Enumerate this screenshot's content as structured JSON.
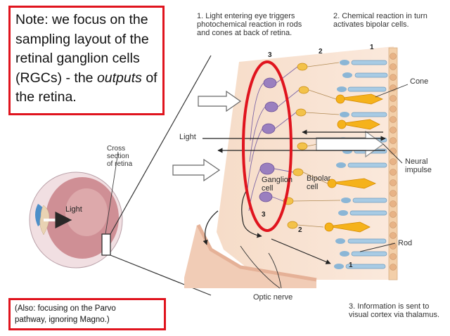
{
  "note": {
    "line1": "Note: we focus on the",
    "line2": "sampling layout of the",
    "line3": "retinal ganglion cells",
    "line4": "(RGCs) - the ",
    "line4_em": "outputs",
    "line4_end": " of",
    "line5": "the retina."
  },
  "also": {
    "line1": "(Also: focusing on the Parvo",
    "line2": "pathway, ignoring Magno.)"
  },
  "step1": {
    "line1": "1. Light entering eye triggers",
    "line2": "photochemical reaction in rods",
    "line3": "and cones at back of retina."
  },
  "step2": {
    "line1": "2. Chemical reaction in turn",
    "line2": "activates bipolar cells."
  },
  "step3": {
    "line1": "3. Information is sent to",
    "line2": "visual cortex via thalamus."
  },
  "labels": {
    "cross1": "Cross",
    "cross2": "section",
    "cross3": "of retina",
    "light_eye": "Light",
    "light_retina": "Light",
    "cone": "Cone",
    "neural1": "Neural",
    "neural2": "impulse",
    "rod": "Rod",
    "optic_nerve": "Optic nerve",
    "ganglion1": "Ganglion",
    "ganglion2": "cell",
    "bipolar1": "Bipolar",
    "bipolar2": "cell"
  },
  "numbers": {
    "top3": "3",
    "top2": "2",
    "top1": "1",
    "mid3": "3",
    "mid2": "2",
    "bot1": "1"
  },
  "colors": {
    "highlight": "#e0141e",
    "tissue": "#f4d8c4",
    "cone": "#f5b21b",
    "rod": "#9ec3dc",
    "ganglion": "#9a7fbf"
  }
}
